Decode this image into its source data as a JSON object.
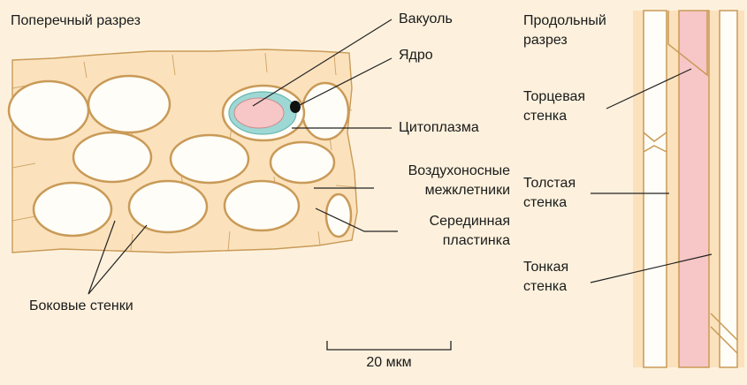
{
  "headings": {
    "cross_section": "Поперечный разрез",
    "longitudinal_line1": "Продольный",
    "longitudinal_line2": "разрез"
  },
  "labels": {
    "vacuole": "Вакуоль",
    "nucleus": "Ядро",
    "cytoplasm": "Цитоплазма",
    "air_spaces_line1": "Воздухоносные",
    "air_spaces_line2": "межклетники",
    "middle_lamella_line1": "Серединная",
    "middle_lamella_line2": "пластинка",
    "side_walls": "Боковые стенки",
    "end_wall_line1": "Торцевая",
    "end_wall_line2": "стенка",
    "thick_wall_line1": "Толстая",
    "thick_wall_line2": "стенка",
    "thin_wall_line1": "Тонкая",
    "thin_wall_line2": "стенка"
  },
  "scale_bar": {
    "label": "20 мкм"
  },
  "colors": {
    "background": "#fdf1dd",
    "wall_fill": "#fbe2bd",
    "wall_outline": "#c99a57",
    "cell_lumen": "#fffdf7",
    "cytoplasm": "#9ed8d4",
    "vacuole": "#f7c6c6",
    "nucleus": "#111111",
    "leader_line": "#222222"
  }
}
